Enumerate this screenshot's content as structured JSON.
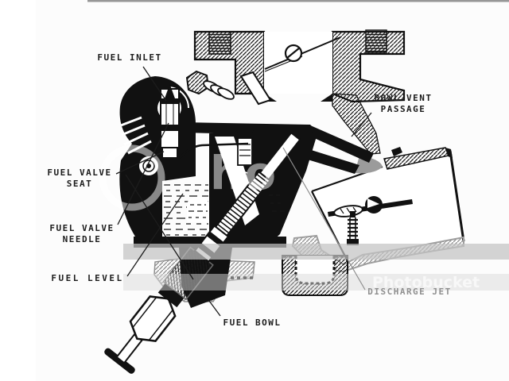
{
  "diagram": {
    "kind": "carburetor-fuel-bowl-cross-section",
    "ink_color": "#1a1a1a",
    "faded_color": "#8f8f8f",
    "labels": {
      "fuel_inlet": {
        "line1": "FUEL INLET"
      },
      "bowl_vent_passage": {
        "line1": "BOWL VENT",
        "line2": "PASSAGE"
      },
      "fuel_valve_seat": {
        "line1": "FUEL VALVE",
        "line2": "SEAT"
      },
      "fuel_valve_needle": {
        "line1": "FUEL VALVE",
        "line2": "NEEDLE"
      },
      "fuel_level": {
        "line1": "FUEL LEVEL"
      },
      "fuel_bowl": {
        "line1": "FUEL BOWL"
      },
      "discharge_jet": {
        "line1": "DISCHARGE JET"
      }
    },
    "watermark": {
      "center_fragment": "ho",
      "banner_text": "Photobucket"
    }
  }
}
